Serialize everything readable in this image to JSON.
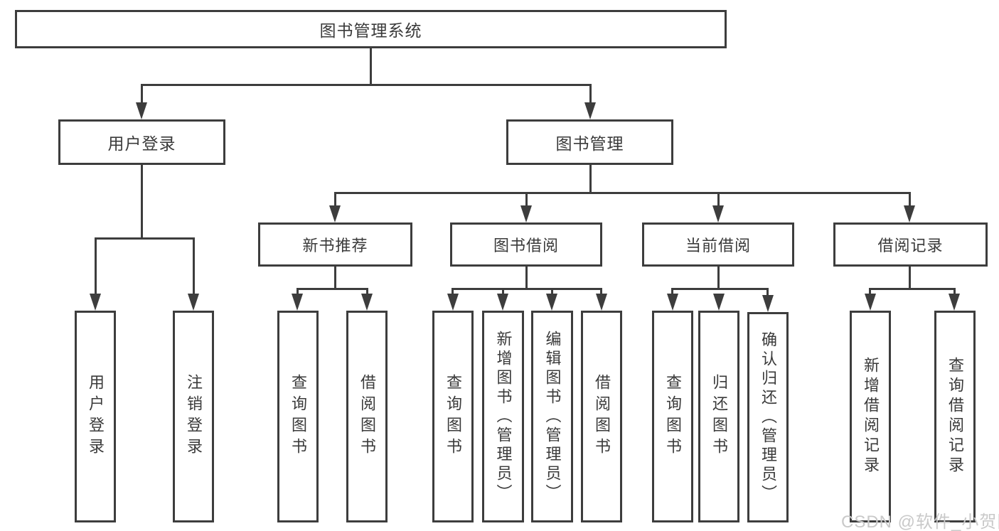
{
  "tree": {
    "label": "图书管理系统",
    "children": [
      {
        "label": "用户登录",
        "children": [
          {
            "label": "用户登录"
          },
          {
            "label": "注销登录"
          }
        ]
      },
      {
        "label": "图书管理",
        "children": [
          {
            "label": "新书推荐",
            "children": [
              {
                "label": "查询图书"
              },
              {
                "label": "借阅图书"
              }
            ]
          },
          {
            "label": "图书借阅",
            "children": [
              {
                "label": "查询图书"
              },
              {
                "label": "新增图书（管理员）"
              },
              {
                "label": "编辑图书（管理员）"
              },
              {
                "label": "借阅图书"
              }
            ]
          },
          {
            "label": "当前借阅",
            "children": [
              {
                "label": "查询图书"
              },
              {
                "label": "归还图书"
              },
              {
                "label": "确认归还（管理员）"
              }
            ]
          },
          {
            "label": "借阅记录",
            "children": [
              {
                "label": "新增借阅记录"
              },
              {
                "label": "查询借阅记录"
              }
            ]
          }
        ]
      }
    ]
  },
  "watermark": "CSDN @软件_小贺同学",
  "colors": {
    "line": "#3d3d3d",
    "box_border": "#3d3d3d",
    "text": "#3a3a3a",
    "watermark": "#c9c9c9",
    "background": "#ffffff"
  }
}
